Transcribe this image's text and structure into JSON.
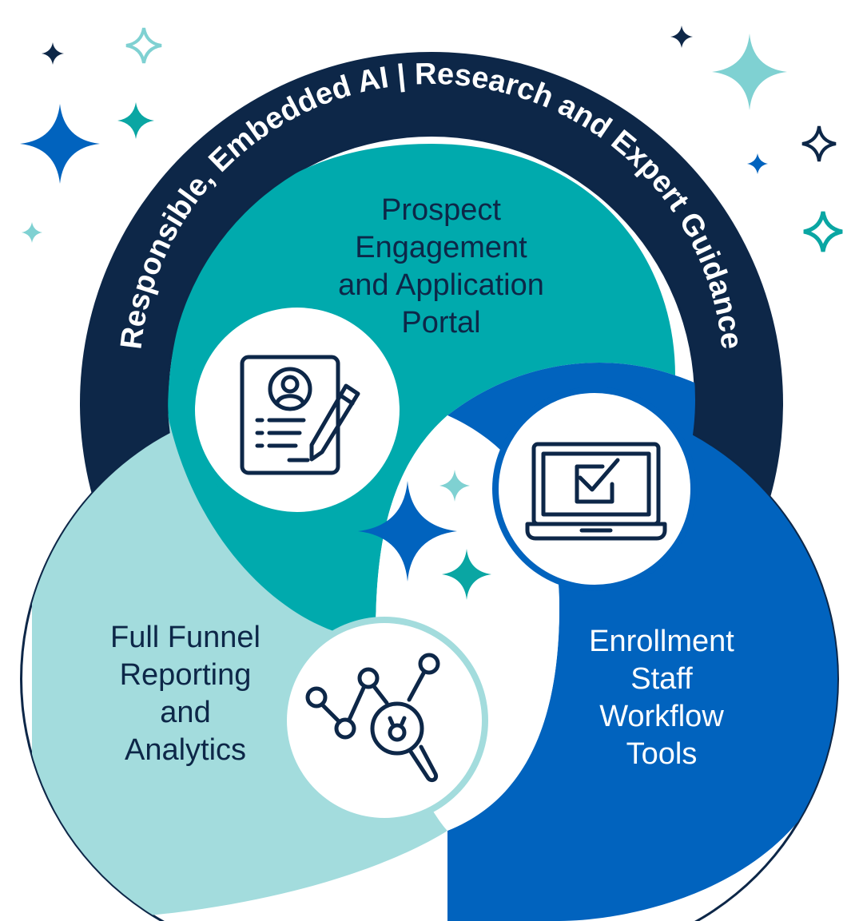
{
  "diagram": {
    "outer_ring": {
      "text": "Responsible, Embedded AI  |  Research and Expert Guidance"
    },
    "segments": {
      "top": {
        "lines": [
          "Prospect",
          "Engagement",
          "and Application",
          "Portal"
        ],
        "icon": "application-form-pencil-icon"
      },
      "right": {
        "lines": [
          "Enrollment",
          "Staff",
          "Workflow",
          "Tools"
        ],
        "icon": "laptop-checkbox-icon"
      },
      "left": {
        "lines": [
          "Full Funnel",
          "Reporting",
          "and",
          "Analytics"
        ],
        "icon": "analytics-magnifier-icon"
      }
    },
    "colors": {
      "navy": "#0d2748",
      "teal": "#00aaad",
      "light_teal": "#a3dcdd",
      "blue": "#0163be",
      "sparkle_teal": "#7fd1d2",
      "sparkle_green": "#0aa6a3",
      "sparkle_blue": "#0163be"
    }
  }
}
